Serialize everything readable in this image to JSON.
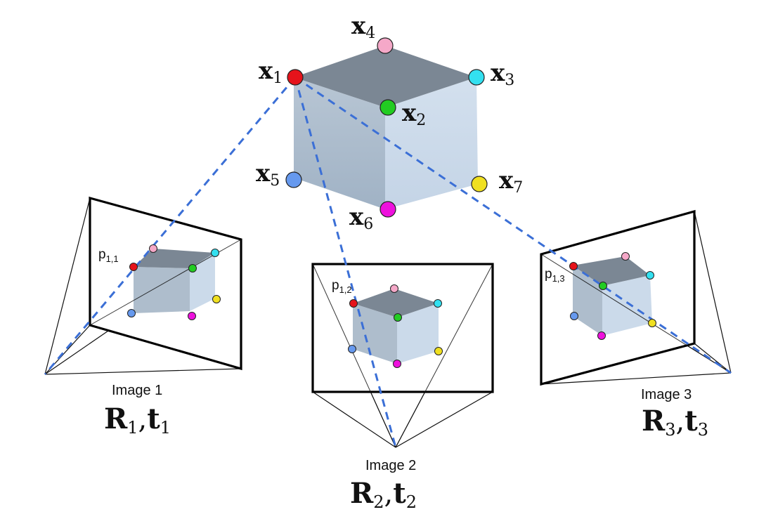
{
  "world_points": [
    {
      "id": "x1",
      "base": "x",
      "sub": "1",
      "color": "#e5131b"
    },
    {
      "id": "x2",
      "base": "x",
      "sub": "2",
      "color": "#22cc22"
    },
    {
      "id": "x3",
      "base": "x",
      "sub": "3",
      "color": "#33e0f0"
    },
    {
      "id": "x4",
      "base": "x",
      "sub": "4",
      "color": "#f5a8c8"
    },
    {
      "id": "x5",
      "base": "x",
      "sub": "5",
      "color": "#6699ee"
    },
    {
      "id": "x6",
      "base": "x",
      "sub": "6",
      "color": "#ee11dd"
    },
    {
      "id": "x7",
      "base": "x",
      "sub": "7",
      "color": "#f0e020"
    }
  ],
  "images": [
    {
      "caption": "Image 1",
      "pose": {
        "R": "R",
        "r_sub": "1",
        "sep": ",",
        "t": "t",
        "t_sub": "1"
      },
      "projection": {
        "base": "p",
        "sub": "1,1"
      }
    },
    {
      "caption": "Image 2",
      "pose": {
        "R": "R",
        "r_sub": "2",
        "sep": ",",
        "t": "t",
        "t_sub": "2"
      },
      "projection": {
        "base": "p",
        "sub": "1,2"
      }
    },
    {
      "caption": "Image 3",
      "pose": {
        "R": "R",
        "r_sub": "3",
        "sep": ",",
        "t": "t",
        "t_sub": "3"
      },
      "projection": {
        "base": "p",
        "sub": "1,3"
      }
    }
  ],
  "colors": {
    "cube_top": "#7b8794",
    "cube_left": "#a9b9ca",
    "cube_right": "#c9d8e8",
    "ray": "#3b6fd6"
  }
}
